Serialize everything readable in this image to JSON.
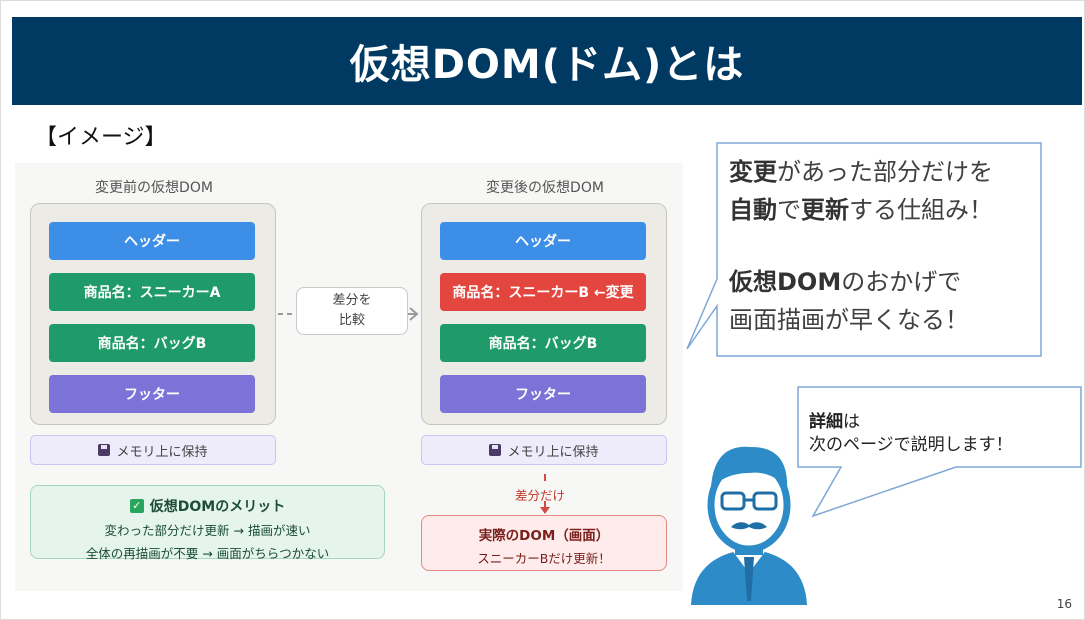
{
  "slide": {
    "title": "仮想DOM(ドム)とは",
    "image_label": "【イメージ】",
    "page_number": "16"
  },
  "diagram": {
    "before": {
      "title": "変更前の仮想DOM",
      "blocks": [
        "ヘッダー",
        "商品名：スニーカーA",
        "商品名：バッグB",
        "フッター"
      ],
      "memory": "メモリ上に保持"
    },
    "compare": {
      "line1": "差分を",
      "line2": "比較"
    },
    "after": {
      "title": "変更後の仮想DOM",
      "blocks": [
        "ヘッダー",
        "商品名：スニーカーB ←変更",
        "商品名：バッグB",
        "フッター"
      ],
      "memory": "メモリ上に保持"
    },
    "merit": {
      "title": "仮想DOMのメリット",
      "line1": "変わった部分だけ更新 → 描画が速い",
      "line2": "全体の再描画が不要 → 画面がちらつかない"
    },
    "diff_only": "差分だけ",
    "real_dom": {
      "title": "実際のDOM（画面）",
      "sub": "スニーカーBだけ更新！"
    },
    "colors": {
      "blue": "#3d8ee6",
      "green": "#1f9a69",
      "purple": "#7c73d9",
      "red": "#e3463f"
    }
  },
  "callout_main": {
    "l1_bold": "変更",
    "l1_rest": "があった部分だけを",
    "l2_bold_a": "自動",
    "l2_mid": "で",
    "l2_bold_b": "更新",
    "l2_rest": "する仕組み！",
    "l3_bold": "仮想DOM",
    "l3_rest": "のおかげで",
    "l4": "画面描画が早くなる！"
  },
  "callout_person": {
    "l1_bold": "詳細",
    "l1_rest": "は",
    "l2": "次のページで説明します！"
  },
  "icons": {
    "presenter": "person-with-glasses-icon",
    "disk": "floppy-disk-icon",
    "check": "check-icon"
  }
}
